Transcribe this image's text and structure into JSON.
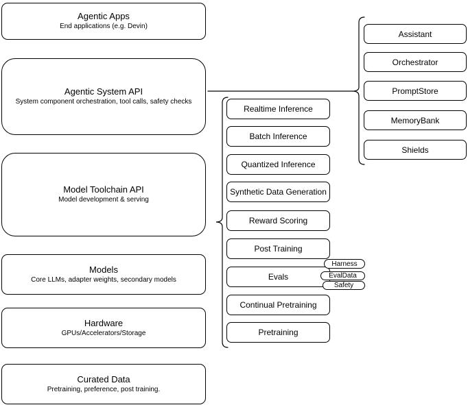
{
  "left_column": {
    "boxes": [
      {
        "title": "Agentic Apps",
        "subtitle": "End applications (e.g. Devin)"
      },
      {
        "title": "Agentic System API",
        "subtitle": "System component orchestration, tool calls, safety checks"
      },
      {
        "title": "Model Toolchain API",
        "subtitle": "Model development & serving"
      },
      {
        "title": "Models",
        "subtitle": "Core LLMs, adapter weights, secondary models"
      },
      {
        "title": "Hardware",
        "subtitle": "GPUs/Accelerators/Storage"
      },
      {
        "title": "Curated Data",
        "subtitle": "Pretraining, preference, post training."
      }
    ]
  },
  "toolchain_services": {
    "items": [
      "Realtime Inference",
      "Batch Inference",
      "Quantized Inference",
      "Synthetic Data Generation",
      "Reward Scoring",
      "Post Training",
      "Evals",
      "Continual Pretraining",
      "Pretraining"
    ]
  },
  "eval_tags": {
    "items": [
      "Harness",
      "EvalData",
      "Safety"
    ]
  },
  "agentic_components": {
    "items": [
      "Assistant",
      "Orchestrator",
      "PromptStore",
      "MemoryBank",
      "Shields"
    ]
  },
  "colors": {
    "stroke": "#000000",
    "fill": "#ffffff",
    "text": "#000000",
    "background": "#ffffff"
  }
}
